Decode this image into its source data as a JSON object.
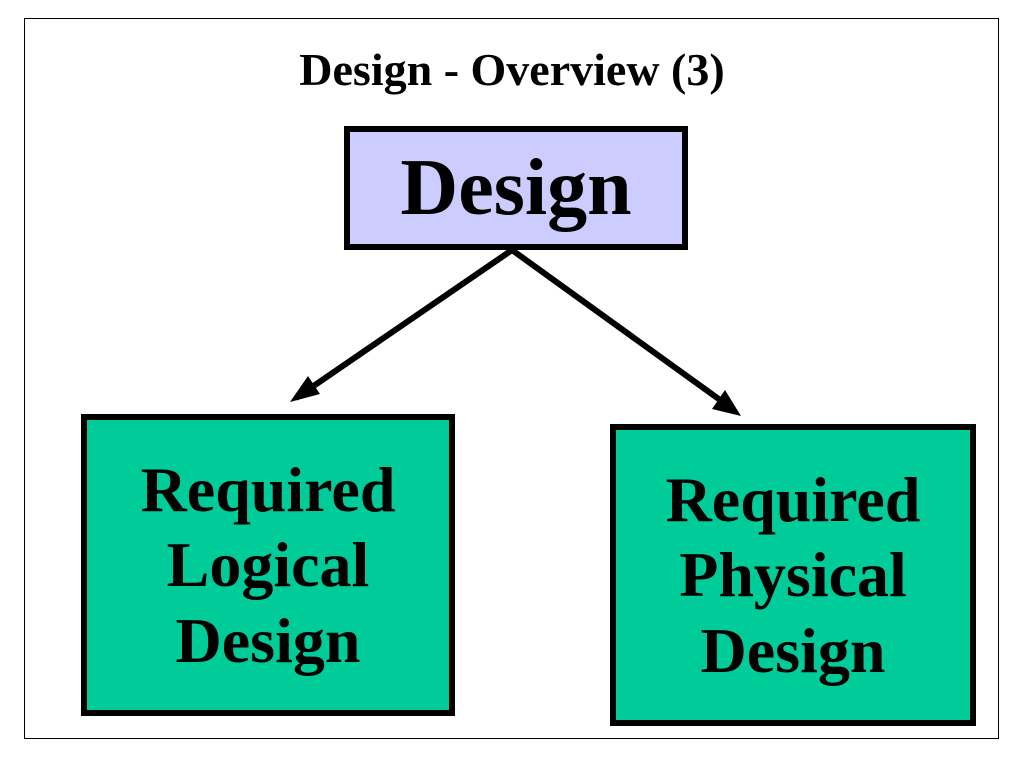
{
  "slide": {
    "title": "Design - Overview (3)"
  },
  "diagram": {
    "root": {
      "label": "Design",
      "fill": "#ccccff"
    },
    "children": [
      {
        "lines": [
          "Required",
          "Logical",
          "Design"
        ],
        "fill": "#00cc99"
      },
      {
        "lines": [
          "Required",
          "Physical",
          "Design"
        ],
        "fill": "#00cc99"
      }
    ],
    "edges": [
      {
        "from": "root",
        "to": "children.0"
      },
      {
        "from": "root",
        "to": "children.1"
      }
    ],
    "colors": {
      "border": "#000000",
      "text": "#000000",
      "arrow": "#000000"
    }
  }
}
